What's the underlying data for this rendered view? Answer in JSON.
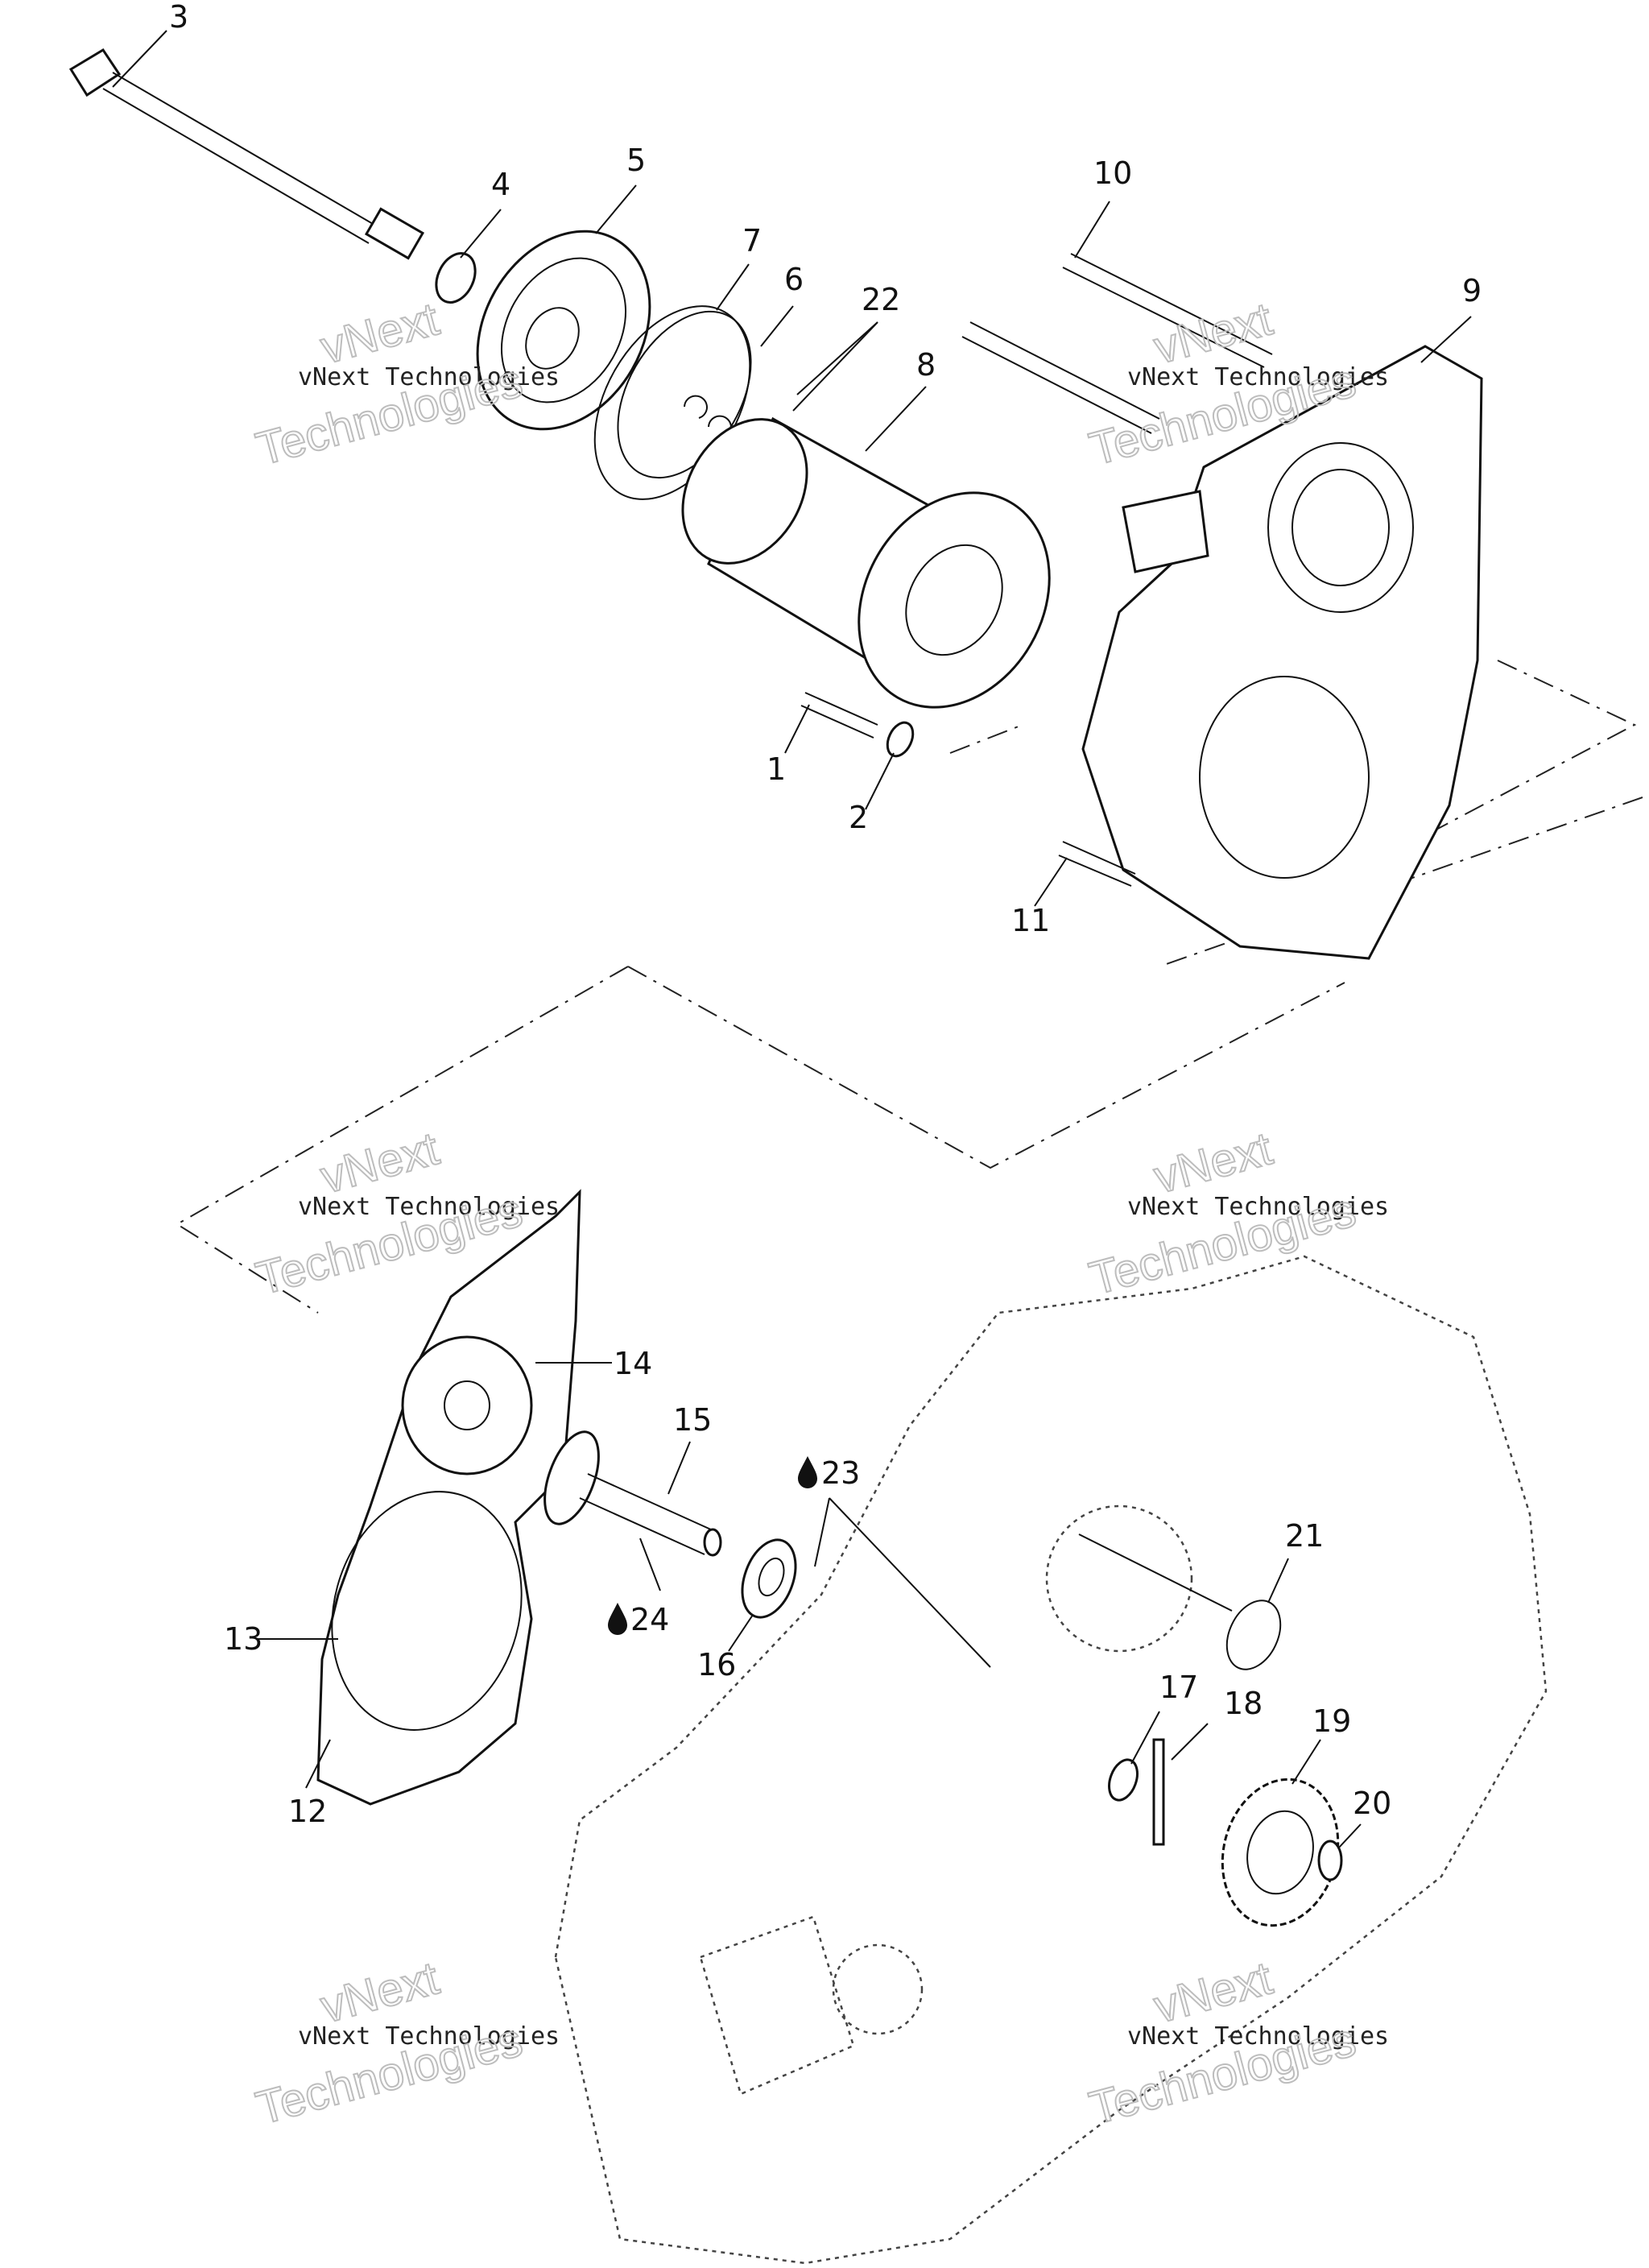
{
  "labels": {
    "p1": "1",
    "p2": "2",
    "p3": "3",
    "p4": "4",
    "p5": "5",
    "p6": "6",
    "p7": "7",
    "p8": "8",
    "p9": "9",
    "p10": "10",
    "p11": "11",
    "p12": "12",
    "p13": "13",
    "p14": "14",
    "p15": "15",
    "p16": "16",
    "p17": "17",
    "p18": "18",
    "p19": "19",
    "p20": "20",
    "p21": "21",
    "p22": "22",
    "p23": "23",
    "p24": "24"
  },
  "watermark": {
    "line1": "vNext Technologies",
    "line2a": "vNext",
    "line2b": "Technologies"
  },
  "icons": {
    "oil": "oil-drop-icon"
  },
  "colors": {
    "ink": "#111111",
    "watermark": "#bdbdbd"
  }
}
